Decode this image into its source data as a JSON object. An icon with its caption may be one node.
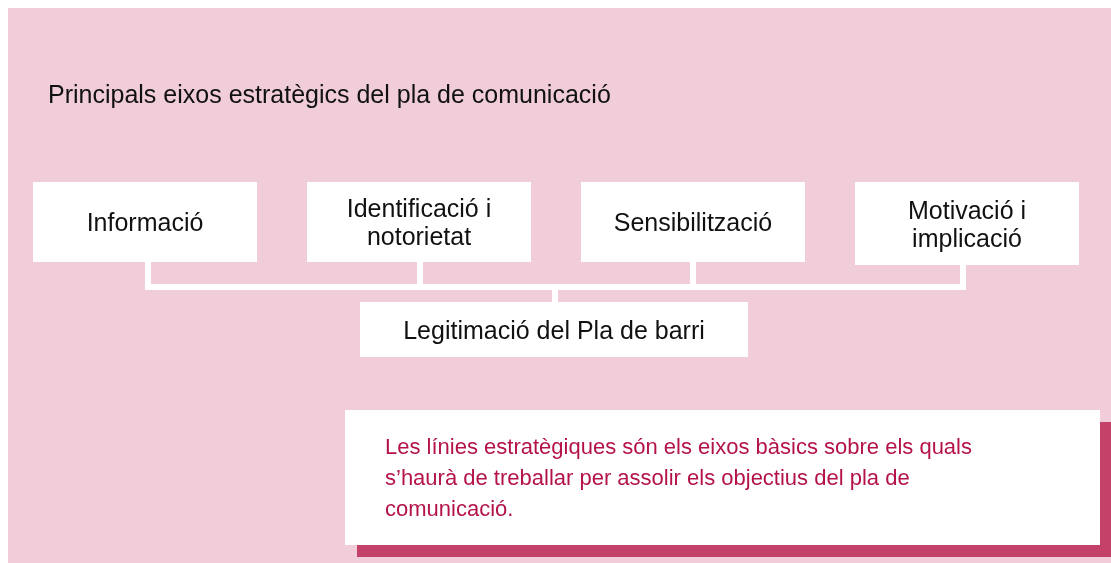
{
  "diagram": {
    "title": "Principals eixos estratègics del pla de comunicació",
    "nodes": [
      {
        "text": [
          "Informació"
        ]
      },
      {
        "text": [
          "Identificació i notorietat"
        ]
      },
      {
        "text": [
          "Sensibilització"
        ]
      },
      {
        "text": [
          "Motivació i implicació"
        ]
      },
      {
        "text": [
          "Legitimació del Pla de barri"
        ]
      },
      {
        "text": [
          "Les línies estratègiques són els eixos bàsics sobre els quals s’haurà de treballar per assolir els objectius del pla de comunicació."
        ]
      }
    ],
    "edges": [
      {
        "from": 0,
        "to": 4,
        "arrow": "none"
      },
      {
        "from": 1,
        "to": 4,
        "arrow": "none"
      },
      {
        "from": 2,
        "to": 4,
        "arrow": "none"
      },
      {
        "from": 3,
        "to": 4,
        "arrow": "none"
      }
    ]
  }
}
